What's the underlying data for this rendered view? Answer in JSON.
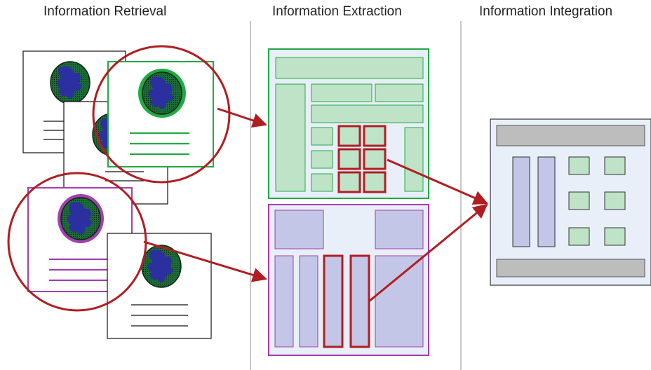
{
  "columns": [
    {
      "key": "retrieval",
      "heading": "Information Retrieval"
    },
    {
      "key": "extraction",
      "heading": "Information Extraction"
    },
    {
      "key": "integration",
      "heading": "Information Integration"
    }
  ],
  "colors": {
    "divider": "#c8c8c8",
    "green_border": "#22aa44",
    "green_fill": "#bfe3c7",
    "purple_border": "#a040b0",
    "purple_fill": "#c3c6e6",
    "panel_bg": "#e8eff8",
    "red": "#b01e22",
    "globe_ocean": "#2b2fa0",
    "globe_land": "#1e6e3a",
    "gray_bar": "#bdbdbd"
  },
  "icons": [
    "globe-icon",
    "document-icon",
    "magnifier-circle-icon",
    "arrow-icon"
  ]
}
